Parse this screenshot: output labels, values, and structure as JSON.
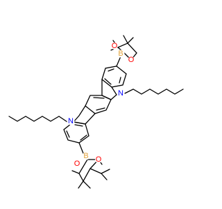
{
  "molecule": {
    "atom_labels": {
      "boron": "B",
      "oxygen": "O",
      "nitrogen": "N"
    },
    "colors": {
      "background": "#ffffff",
      "bond": "#000000",
      "boron": "#e3a33c",
      "oxygen": "#ff0000",
      "nitrogen": "#0000ff"
    }
  }
}
